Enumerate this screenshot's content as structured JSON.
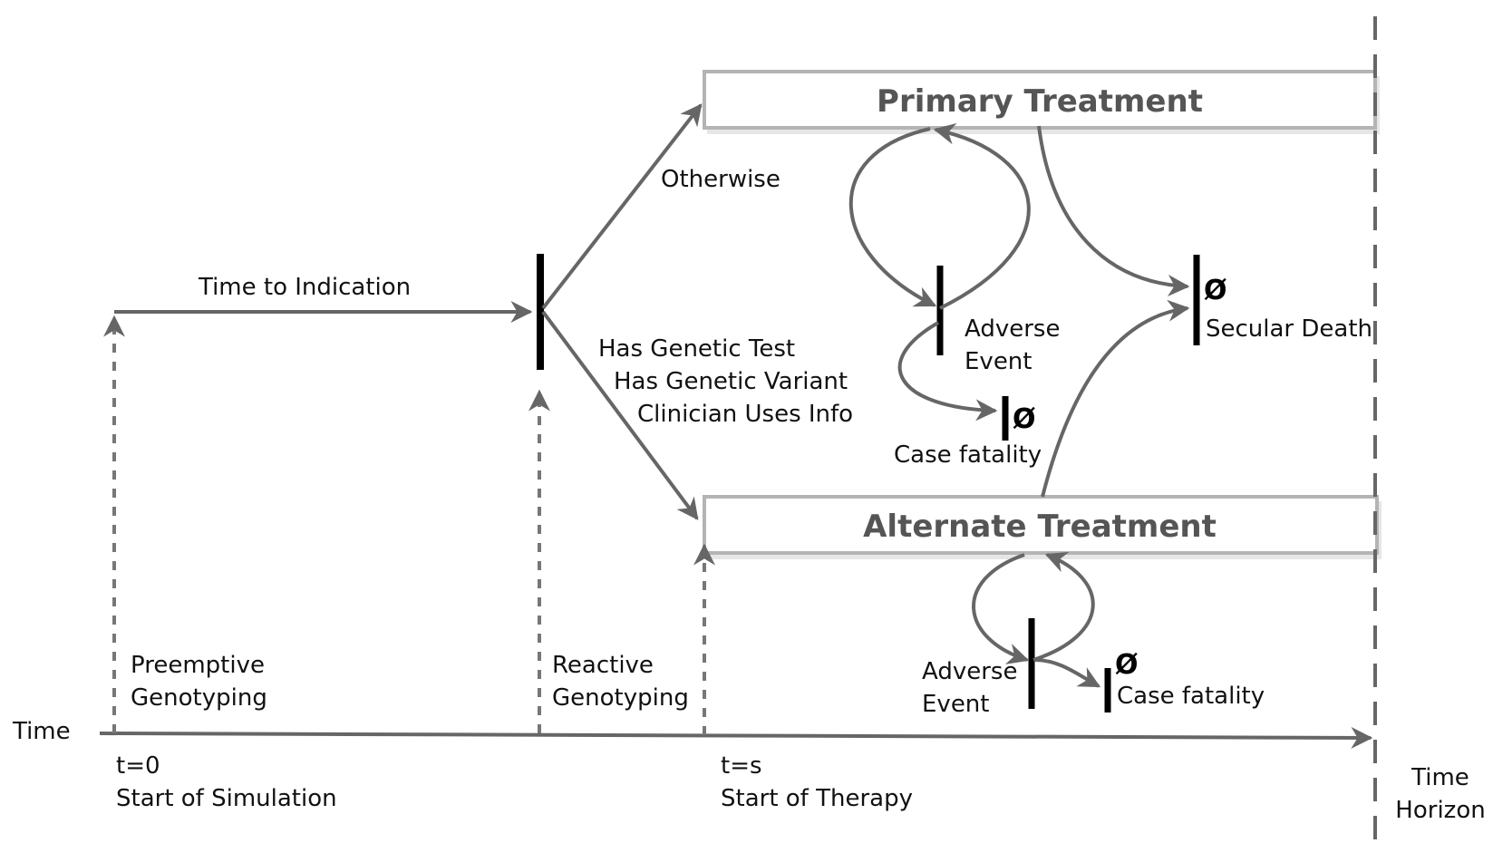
{
  "boxes": {
    "primary": "Primary Treatment",
    "alternate": "Alternate Treatment"
  },
  "arrows": {
    "time_to_indication": "Time to Indication",
    "otherwise": "Otherwise",
    "genetic_conditions": [
      "Has Genetic Test",
      "Has Genetic Variant",
      "Clinician Uses Info"
    ]
  },
  "states": {
    "adverse_event_primary": [
      "Adverse",
      "Event"
    ],
    "case_fatality_primary": "Case fatality",
    "secular_death": "Secular Death",
    "adverse_event_alternate": [
      "Adverse",
      "Event"
    ],
    "case_fatality_alternate": "Case fatality",
    "empty_set_symbol": "Ø"
  },
  "genotyping": {
    "preemptive": [
      "Preemptive",
      "Genotyping"
    ],
    "reactive": [
      "Reactive",
      "Genotyping"
    ]
  },
  "timeline": {
    "axis_label": "Time",
    "t0": "t=0",
    "t0_desc": "Start of Simulation",
    "ts": "t=s",
    "ts_desc": "Start of Therapy",
    "horizon": [
      "Time",
      "Horizon"
    ]
  }
}
